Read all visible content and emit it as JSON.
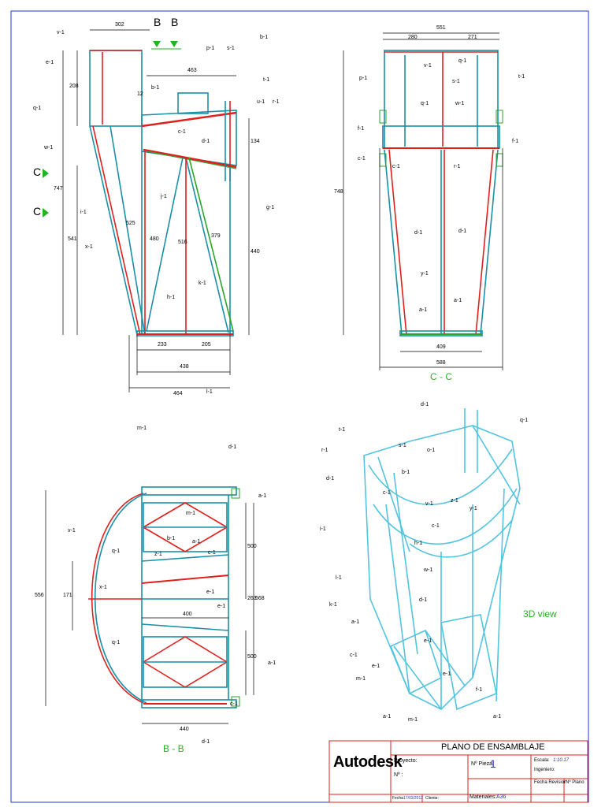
{
  "colors": {
    "frame": "#2233cc",
    "steel": "#1a8fa8",
    "red": "#e0201c",
    "green": "#2aa52a",
    "iso": "#52c4e0",
    "dim": "#000000",
    "accent_green": "#22b422",
    "blue_text": "#2b2bd4"
  },
  "views": {
    "section_cc_title": "C - C",
    "section_bb_title": "B - B",
    "iso_title": "3D view",
    "cut_b": "B",
    "cut_c": "C"
  },
  "dims": {
    "tl": [
      "302",
      "208",
      "463",
      "12",
      "541",
      "747",
      "134",
      "440",
      "480",
      "525",
      "516",
      "379",
      "233",
      "205",
      "438",
      "464"
    ],
    "tr": [
      "551",
      "280",
      "271",
      "748",
      "409",
      "588"
    ],
    "bl": [
      "556",
      "171",
      "500",
      "263",
      "568",
      "400",
      "500",
      "440"
    ]
  },
  "part_labels": {
    "tl": [
      "v-1",
      "b-1",
      "p-1",
      "s-1",
      "b-1",
      "t-1",
      "q-1",
      "w-1",
      "u-1",
      "r-1",
      "c-1",
      "d-1",
      "e-1",
      "j-1",
      "h-1",
      "k-1",
      "i-1",
      "x-1",
      "g-1",
      "l-1",
      "m-1"
    ],
    "tr": [
      "v-1",
      "q-1",
      "p-1",
      "t-1",
      "s-1",
      "q-1",
      "w-1",
      "f-1",
      "c-1",
      "r-1",
      "c-1",
      "d-1",
      "d-1",
      "y-1",
      "a-1",
      "a-1",
      "f-1"
    ],
    "bl": [
      "d-1",
      "a-1",
      "m-1",
      "v-1",
      "q-1",
      "b-1",
      "a-1",
      "z-1",
      "c-1",
      "x-1",
      "e-1",
      "e-1",
      "q-1",
      "a-1",
      "c-1",
      "d-1"
    ],
    "iso": [
      "d-1",
      "t-1",
      "s-1",
      "o-1",
      "q-1",
      "r-1",
      "b-1",
      "d-1",
      "c-1",
      "v-1",
      "z-1",
      "y-1",
      "c-1",
      "i-1",
      "h-1",
      "w-1",
      "l-1",
      "k-1",
      "d-1",
      "a-1",
      "c-1",
      "e-1",
      "m-1",
      "e-1",
      "e-1",
      "a-1",
      "m-1",
      "f-1",
      "a-1"
    ]
  },
  "title_block": {
    "brand": "Autodesk",
    "title": "PLANO DE ENSAMBLAJE",
    "proyecto": "Proyecto:",
    "numero": "Nº :",
    "pieza_label": "Nº Pieza:",
    "pieza_value": "1",
    "escala_label": "Escala:",
    "escala_value": "1:10.17",
    "ingeniero": "Ingeniero:",
    "fecha_revision": "Fecha Revision",
    "n_plano": "Nº Plano",
    "fecha_label": "Fecha",
    "fecha_value": "17/03/2012",
    "cliente": "Cliente:",
    "materiales_label": "Materiales:",
    "materiales_value": "A36"
  }
}
